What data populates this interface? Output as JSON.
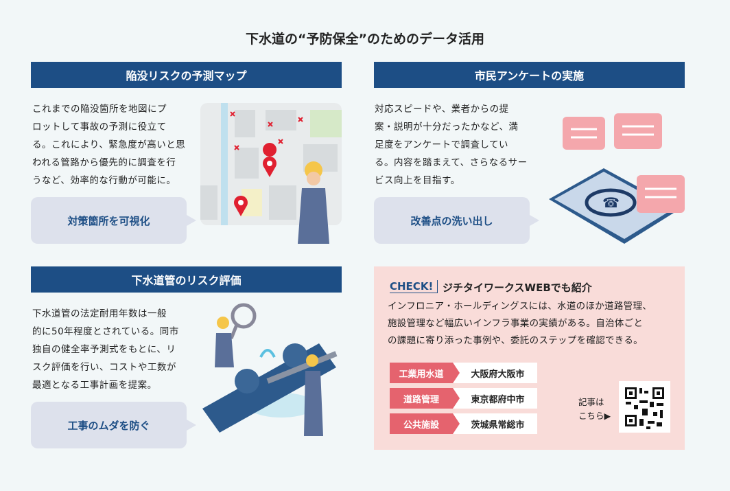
{
  "title": "下水道の“予防保全”のためのデータ活用",
  "sections": [
    {
      "heading": "陥没リスクの予測マップ",
      "lines": [
        "これまでの陥没箇所を地図にプ",
        "ロットして事故の予測に役立て",
        "る。これにより、緊急度が高いと思",
        "われる管路から優先的に調査を行",
        "うなど、効率的な行動が可能に。"
      ],
      "callout": "対策箇所を可視化"
    },
    {
      "heading": "市民アンケートの実施",
      "lines": [
        "対応スピードや、業者からの提",
        "案・説明が十分だったかなど、満",
        "足度をアンケートで調査してい",
        "る。内容を踏まえて、さらなるサー",
        "ビス向上を目指す。"
      ],
      "callout": "改善点の洗い出し"
    },
    {
      "heading": "下水道管のリスク評価",
      "lines": [
        "下水道管の法定耐用年数は一般",
        "的に50年程度とされている。同市",
        "独自の健全率予測式をもとに、リ",
        "スク評価を行い、コストや工数が",
        "最適となる工事計画を提案。"
      ],
      "callout": "工事のムダを防ぐ"
    }
  ],
  "check": {
    "badge": "CHECK!",
    "heading": "ジチタイワークスWEBでも紹介",
    "lines": [
      "インフロニア・ホールディングスには、水道のほか道路管理、",
      "施設管理など幅広いインフラ事業の実績がある。自治体ごと",
      "の課題に寄り添った事例や、委託のステップを確認できる。"
    ],
    "cases": [
      {
        "field": "工業用水道",
        "city": "大阪府大阪市"
      },
      {
        "field": "道路管理",
        "city": "東京都府中市"
      },
      {
        "field": "公共施設",
        "city": "茨城県常総市"
      }
    ],
    "qr_label_1": "記事は",
    "qr_label_2": "こちら▶"
  },
  "colors": {
    "navy": "#1d4e85",
    "pink": "#e5636e",
    "panel": "#f9dcd9"
  }
}
